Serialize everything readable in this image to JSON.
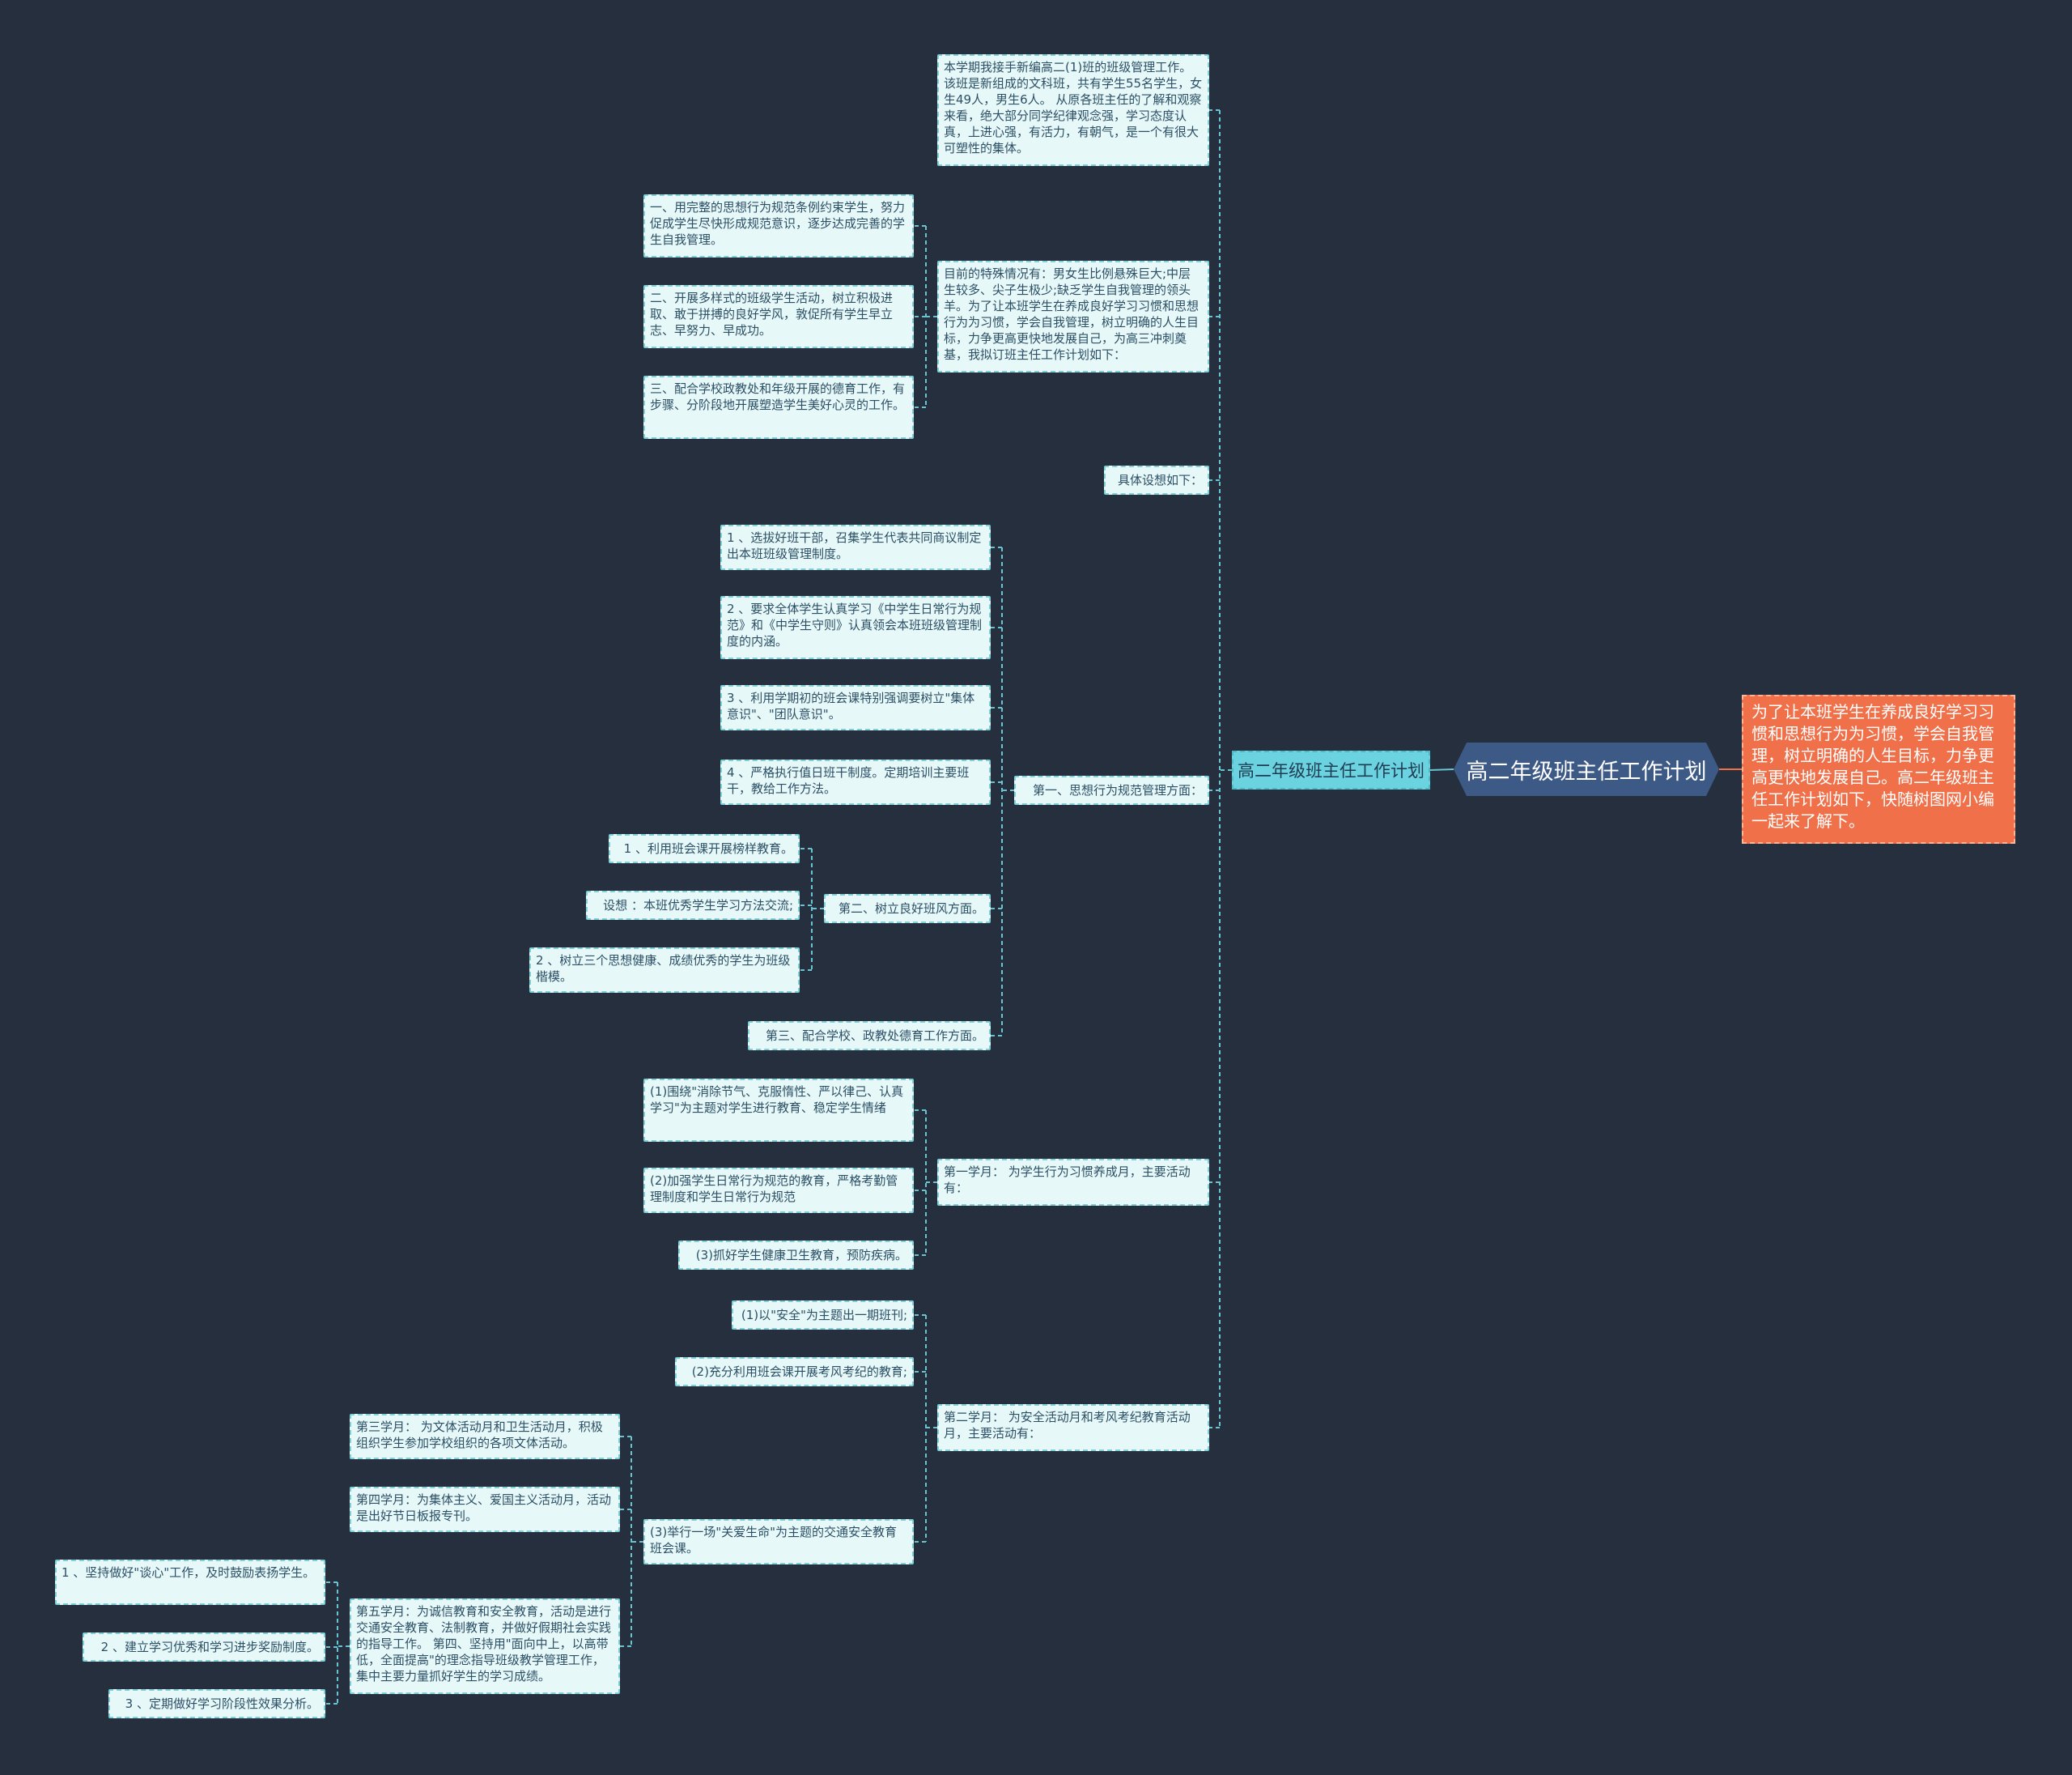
{
  "diagram": {
    "root": "高二年级班主任工作计划",
    "summary": "为了让本班学生在养成良好学习习惯和思想行为为习惯，学会自我管理，树立明确的人生目标，力争更高更快地发展自己。高二年级班主任工作计划如下，快随树图网小编一起来了解下。",
    "main_topic": "高二年级班主任工作计划",
    "intro": "本学期我接手新编高二(1)班的班级管理工作。该班是新组成的文科班，共有学生55名学生，女生49人，男生6人。 从原各班主任的了解和观察来看，绝大部分同学纪律观念强，学习态度认真，上进心强，有活力，有朝气，是一个有很大可塑性的集体。",
    "situation": {
      "text": "目前的特殊情况有：男女生比例悬殊巨大;中层生较多、尖子生极少;缺乏学生自我管理的领头羊。为了让本班学生在养成良好学习习惯和思想行为为习惯，学会自我管理，树立明确的人生目标，力争更高更快地发展自己，为高三冲刺奠基，我拟订班主任工作计划如下：",
      "items": [
        "一、用完整的思想行为规范条例约束学生，努力促成学生尽快形成规范意识，逐步达成完善的学生自我管理。",
        "二、开展多样式的班级学生活动，树立积极进取、敢于拼搏的良好学风，敦促所有学生早立志、早努力、早成功。",
        "三、配合学校政教处和年级开展的德育工作，有步骤、分阶段地开展塑造学生美好心灵的工作。"
      ]
    },
    "plan_label": "具体设想如下：",
    "behavior": {
      "text": "第一、思想行为规范管理方面：",
      "items": [
        "1 、选拔好班干部，召集学生代表共同商议制定出本班班级管理制度。",
        "2 、要求全体学生认真学习《中学生日常行为规范》和《中学生守则》认真领会本班班级管理制度的内涵。",
        "3 、利用学期初的班会课特别强调要树立\"集体意识\"、\"团队意识\"。",
        "4 、严格执行值日班干制度。定期培训主要班干，教给工作方法。"
      ],
      "style": {
        "text": "第二、树立良好班风方面。",
        "items": [
          "1 、利用班会课开展榜样教育。",
          "设想 ：本班优秀学生学习方法交流;",
          "2 、树立三个思想健康、成绩优秀的学生为班级楷模。"
        ]
      },
      "third": "第三、配合学校、政教处德育工作方面。"
    },
    "month1": {
      "text": "第一学月： 为学生行为习惯养成月，主要活动有：",
      "items": [
        "(1)围绕\"消除节气、克服惰性、严以律己、认真学习\"为主题对学生进行教育、稳定学生情绪",
        "(2)加强学生日常行为规范的教育，严格考勤管理制度和学生日常行为规范",
        "(3)抓好学生健康卫生教育，预防疾病。"
      ]
    },
    "month2": {
      "text": "第二学月： 为安全活动月和考风考纪教育活动月，主要活动有：",
      "items": [
        "(1)以\"安全\"为主题出一期班刊;",
        "(2)充分利用班会课开展考风考纪的教育;"
      ],
      "item3": {
        "text": "(3)举行一场\"关爱生命\"为主题的交通安全教育班会课。",
        "items": [
          "第三学月： 为文体活动月和卫生活动月，积极组织学生参加学校组织的各项文体活动。",
          "第四学月：为集体主义、爱国主义活动月，活动是出好节日板报专刊。"
        ],
        "month5": {
          "text": "第五学月：为诚信教育和安全教育，活动是进行交通安全教育、法制教育，并做好假期社会实践的指导工作。 第四、坚持用\"面向中上，以高带低，全面提高\"的理念指导班级教学管理工作，集中主要力量抓好学生的学习成绩。",
          "items": [
            "1 、坚持做好\"谈心\"工作，及时鼓励表扬学生。",
            "2 、建立学习优秀和学习进步奖励制度。",
            "3 、定期做好学习阶段性效果分析。"
          ]
        }
      }
    }
  },
  "colors": {
    "background": "#252f3e",
    "leaf_fill": "#e6f8f8",
    "leaf_border": "#7fd0d8",
    "main_fill": "#6bd3e0",
    "root_fill": "#3d5a86",
    "summary_fill": "#f0704a",
    "connector": "#67c4d0",
    "summary_connector": "#f0704a"
  }
}
